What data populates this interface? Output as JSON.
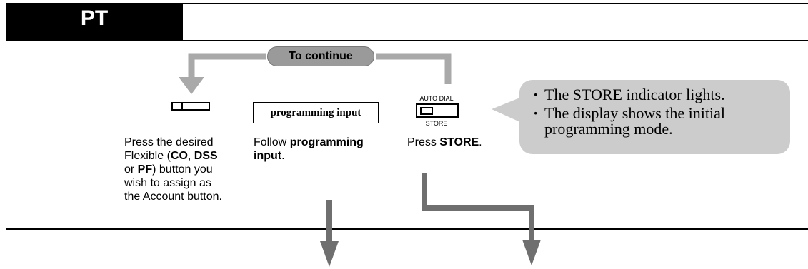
{
  "header": {
    "tab_label": "PT"
  },
  "flow": {
    "continue_label": "To continue"
  },
  "steps": {
    "flexible": {
      "lines": [
        [
          {
            "t": "Press the desired",
            "b": false
          }
        ],
        [
          {
            "t": "Flexible (",
            "b": false
          },
          {
            "t": "CO",
            "b": true
          },
          {
            "t": ", ",
            "b": false
          },
          {
            "t": "DSS",
            "b": true
          }
        ],
        [
          {
            "t": "or ",
            "b": false
          },
          {
            "t": "PF",
            "b": true
          },
          {
            "t": ") button you",
            "b": false
          }
        ],
        [
          {
            "t": "wish to assign as",
            "b": false
          }
        ],
        [
          {
            "t": "the Account button.",
            "b": false
          }
        ]
      ]
    },
    "programming": {
      "box_label": "programming input",
      "lines": [
        [
          {
            "t": "Follow ",
            "b": false
          },
          {
            "t": "programming",
            "b": true
          }
        ],
        [
          {
            "t": "input",
            "b": true
          },
          {
            "t": ".",
            "b": false
          }
        ]
      ]
    },
    "store": {
      "key_top_label": "AUTO DIAL",
      "key_bottom_label": "STORE",
      "lines": [
        [
          {
            "t": "Press ",
            "b": false
          },
          {
            "t": "STORE",
            "b": true
          },
          {
            "t": ".",
            "b": false
          }
        ]
      ]
    }
  },
  "note": {
    "items": [
      "The STORE indicator lights.",
      "The display shows the initial programming mode."
    ]
  },
  "colors": {
    "arrow": "#a9a9a9",
    "arrow_dark": "#6f6f6f",
    "callout": "#cccccc",
    "pill": "#9a9a9a"
  }
}
